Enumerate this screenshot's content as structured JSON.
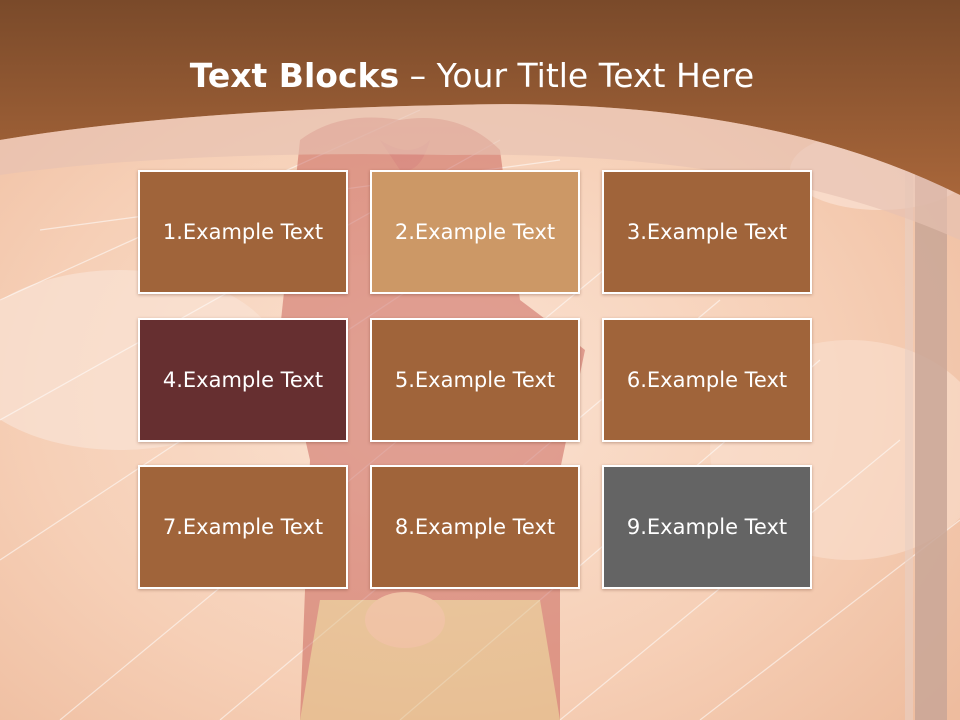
{
  "title": {
    "bold": "Text Blocks",
    "separator": " – ",
    "rest": "Your Title Text Here"
  },
  "blocks": [
    {
      "label": "1.Example Text",
      "color": "#a0643a"
    },
    {
      "label": "2.Example Text",
      "color": "#cc9866"
    },
    {
      "label": "3.Example Text",
      "color": "#a0643a"
    },
    {
      "label": "4.Example Text",
      "color": "#662f30"
    },
    {
      "label": "5.Example Text",
      "color": "#a0643a"
    },
    {
      "label": "6.Example Text",
      "color": "#a0643a"
    },
    {
      "label": "7.Example Text",
      "color": "#a0643a"
    },
    {
      "label": "8.Example Text",
      "color": "#a0643a"
    },
    {
      "label": "9.Example Text",
      "color": "#646464"
    }
  ],
  "colors": {
    "header": "#9a5c34",
    "header_dark": "#7a4a2a",
    "background": "#f3c7ab",
    "frame": "#c09a8a"
  }
}
